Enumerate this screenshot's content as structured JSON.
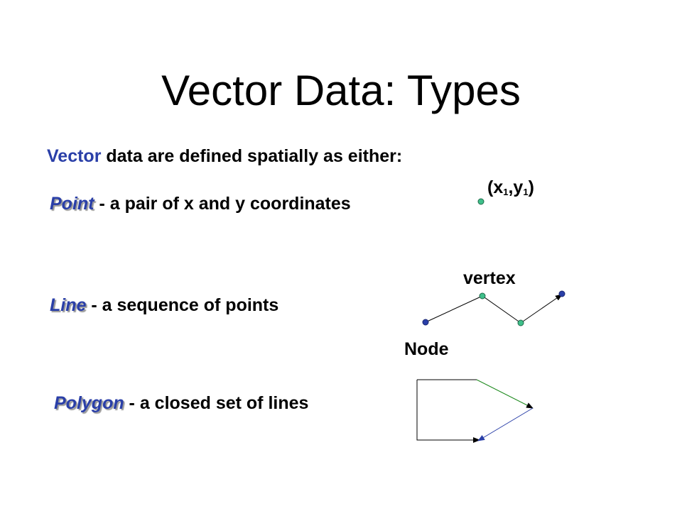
{
  "slide": {
    "title": "Vector Data:  Types",
    "intro": {
      "accent": "Vector",
      "rest": " data are defined spatially as either:"
    },
    "definitions": [
      {
        "term": "Point",
        "description": " - a pair of x and y coordinates"
      },
      {
        "term": "Line",
        "description": " - a sequence of points"
      },
      {
        "term": "Polygon",
        "description": " - a closed set of lines"
      }
    ],
    "point_label": {
      "open": "(x",
      "sub1": "1",
      "comma": ",y",
      "sub2": "1",
      "close": ")"
    },
    "vertex_label": "vertex",
    "node_label": "Node",
    "colors": {
      "accent": "#2a3fa8",
      "point_fill": "#3fbf8a",
      "node_fill": "#2a3fa8",
      "line_stroke": "#000000",
      "polygon_green": "#1e8a1e",
      "polygon_blue": "#2a3fa8"
    }
  }
}
